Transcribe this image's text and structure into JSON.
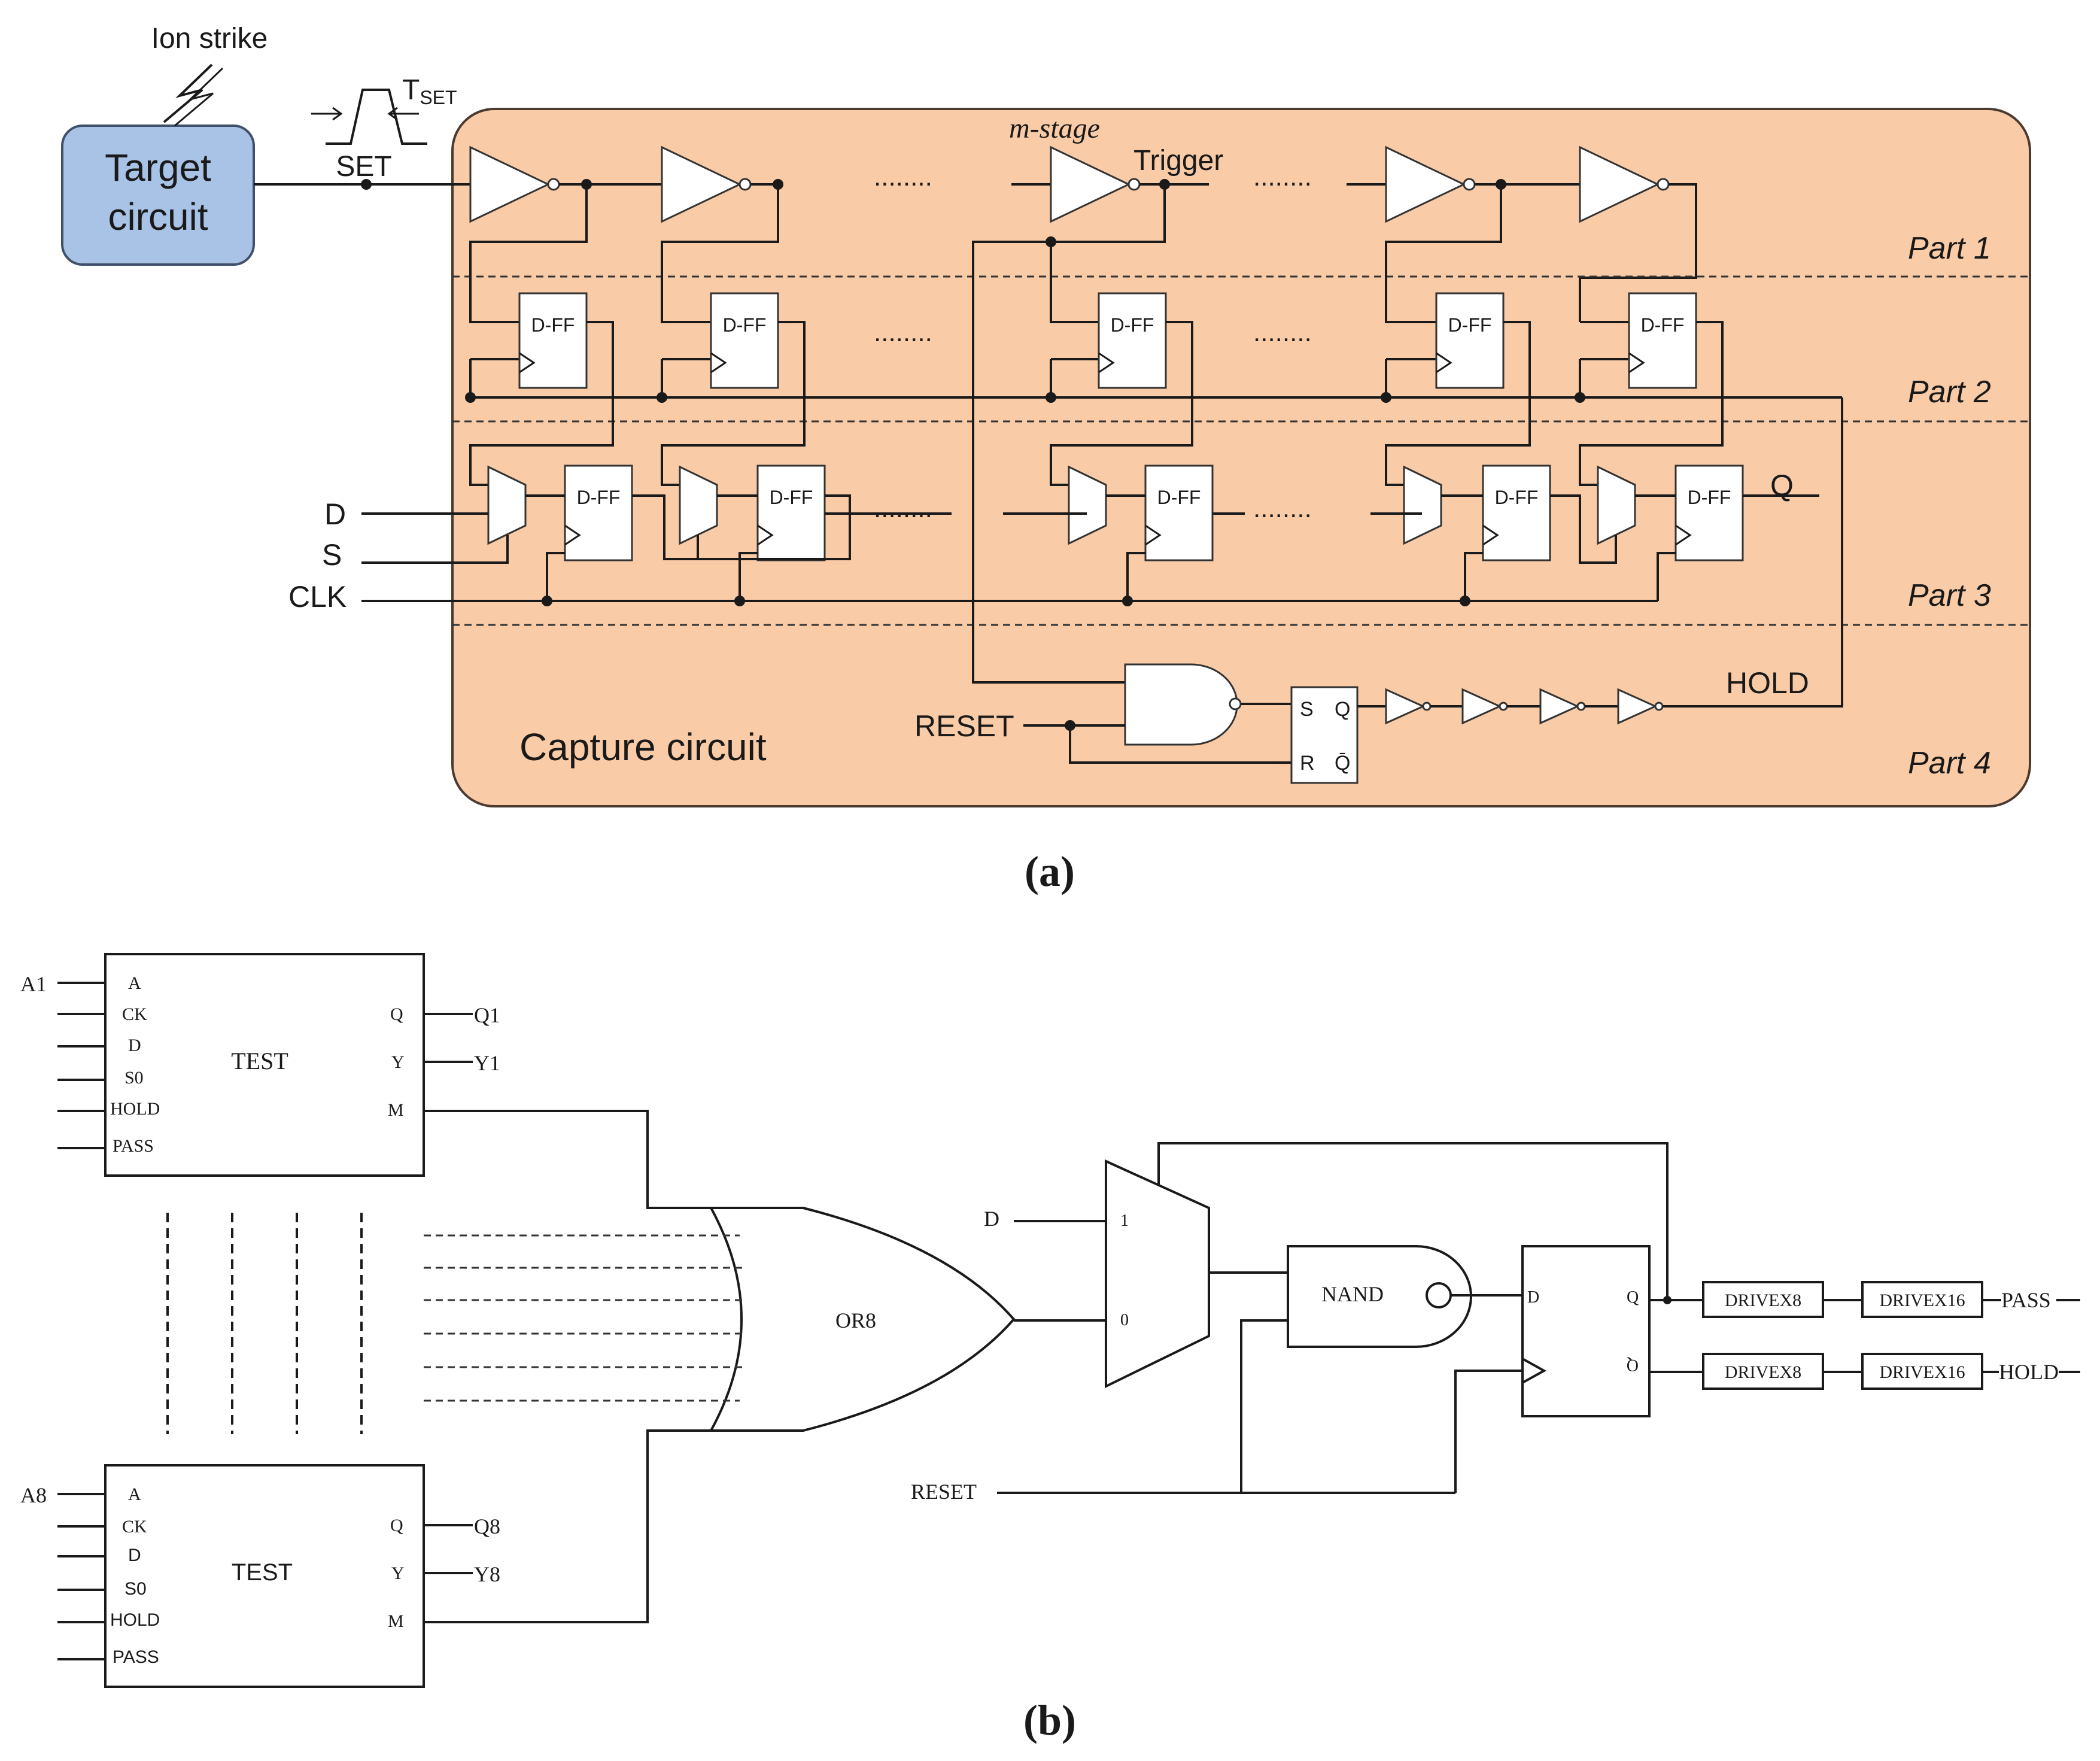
{
  "colors": {
    "capture_fill": "#f9cba7",
    "capture_stroke": "#4a3a30",
    "target_fill": "#a9c3e6",
    "target_stroke": "#40506a"
  },
  "icons": {
    "ion_strike": "lightning-bolt-icon"
  },
  "panel_a": {
    "caption": "(a)",
    "ion_strike": "Ion strike",
    "target_line1": "Target",
    "target_line2": "circuit",
    "set_label": "SET",
    "tset_main": "T",
    "tset_sub": "SET",
    "m_stage": "m-stage",
    "trigger": "Trigger",
    "parts": [
      "Part 1",
      "Part 2",
      "Part 3",
      "Part 4"
    ],
    "dff": "D-FF",
    "inputs": [
      "D",
      "S",
      "CLK"
    ],
    "q_out": "Q",
    "hold": "HOLD",
    "reset": "RESET",
    "sr_s": "S",
    "sr_q": "Q",
    "sr_r": "R",
    "sr_qbar": "Q̄",
    "capture": "Capture circuit",
    "ellipsis": "........"
  },
  "panel_b": {
    "caption": "(b)",
    "test_block": "TEST",
    "test_pins_left": [
      "A",
      "CK",
      "D",
      "S0",
      "HOLD",
      "PASS"
    ],
    "test_pins_right": [
      "Q",
      "Y",
      "M"
    ],
    "top_block": {
      "input": "A1",
      "outputs": [
        "Q1",
        "Y1"
      ]
    },
    "bottom_block": {
      "input": "A8",
      "outputs": [
        "Q8",
        "Y8"
      ]
    },
    "or_gate": "OR8",
    "mux_in1": "1",
    "mux_in0": "0",
    "d_input": "D",
    "reset_input": "RESET",
    "nand": "NAND",
    "ff_d": "D",
    "ff_q": "Q",
    "ff_qbar": "Q",
    "driver8": "DRIVEX8",
    "driver16": "DRIVEX16",
    "pass_out": "PASS",
    "hold_out": "HOLD"
  }
}
